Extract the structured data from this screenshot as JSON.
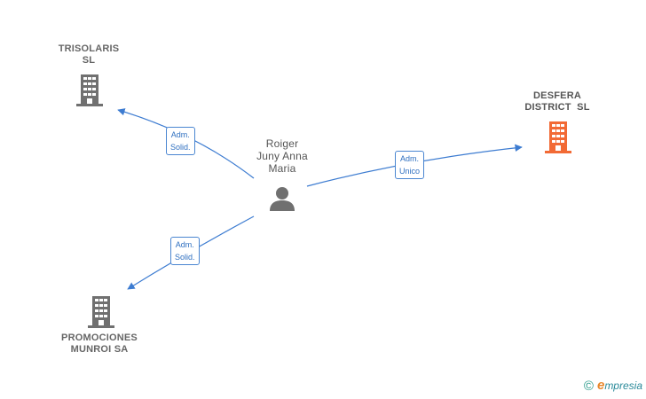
{
  "nodes": {
    "trisolaris": {
      "line1": "TRISOLARIS",
      "line2": "SL",
      "icon": "building-icon",
      "color": "#707070"
    },
    "desfera": {
      "line1": "DESFERA",
      "line2": "DISTRICT  SL",
      "icon": "building-icon",
      "color": "#f26a35"
    },
    "promociones": {
      "line1": "PROMOCIONES",
      "line2": "MUNROI SA",
      "icon": "building-icon",
      "color": "#707070"
    },
    "person": {
      "line1": "Roiger",
      "line2": "Juny Anna",
      "line3": "Maria",
      "icon": "person-icon",
      "color": "#707070"
    }
  },
  "edges": {
    "trisolaris": {
      "line1": "Adm.",
      "line2": "Solid."
    },
    "desfera": {
      "line1": "Adm.",
      "line2": "Unico"
    },
    "promociones": {
      "line1": "Adm.",
      "line2": "Solid."
    }
  },
  "edge_color": "#3d7cd1",
  "footer": {
    "copyright": "©",
    "brand_first": "e",
    "brand_rest": "mpresia"
  }
}
